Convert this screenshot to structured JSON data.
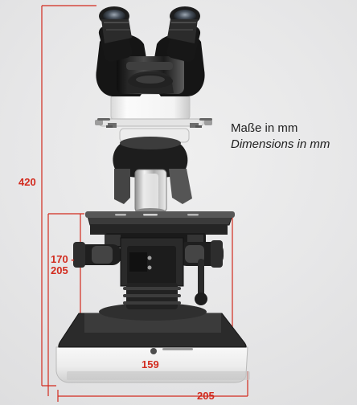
{
  "dimensions": {
    "height_total": "420",
    "stage_height_range": "170 -\n205",
    "base_width": "159",
    "total_width": "205"
  },
  "notes": {
    "german": "Maße in mm",
    "english": "Dimensions in mm"
  },
  "colors": {
    "dimension_red": "#d22b1e",
    "background": "#e6e6e7",
    "metal_dark": "#202020",
    "base_light": "#f2f2f2"
  }
}
